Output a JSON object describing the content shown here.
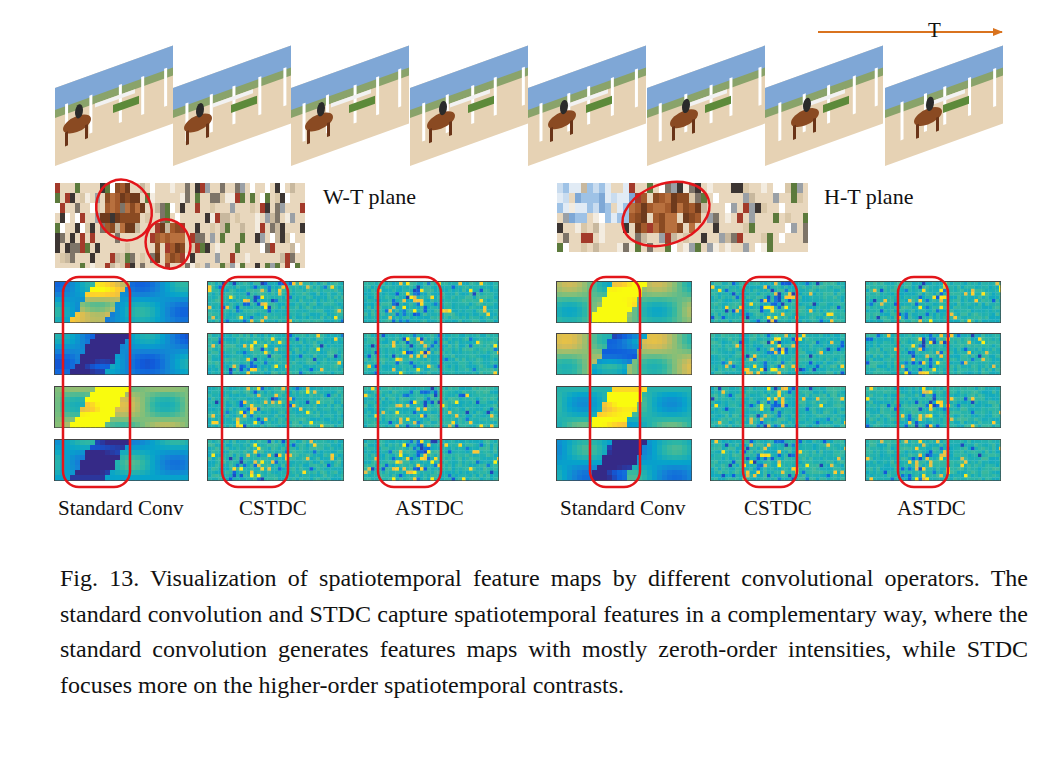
{
  "diagram": {
    "caption": "Fig. 13. Visualization of spatiotemporal feature maps by different convolutional operators. The standard convolution and STDC capture spatiotemporal features in a complementary way, where the standard convolution generates features maps with mostly zeroth-order intensities, while STDC focuses more on the higher-order spatiotemporal contrasts.",
    "labels": [
      "T",
      "W-T plane",
      "H-T plane",
      "Standard Conv",
      "CSTDC",
      "ASTDC",
      "Standard Conv",
      "CSTDC",
      "ASTDC"
    ]
  }
}
